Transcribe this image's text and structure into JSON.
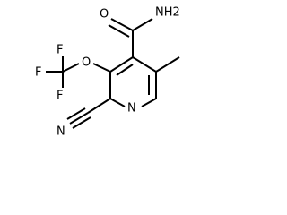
{
  "molecule": {
    "labels": {
      "amide_nh2": "NH2",
      "amide_o": "O",
      "ether_o": "O",
      "f_top": "F",
      "f_left": "F",
      "f_bottom": "F",
      "ring_n": "N",
      "nitrile_n": "N"
    }
  }
}
